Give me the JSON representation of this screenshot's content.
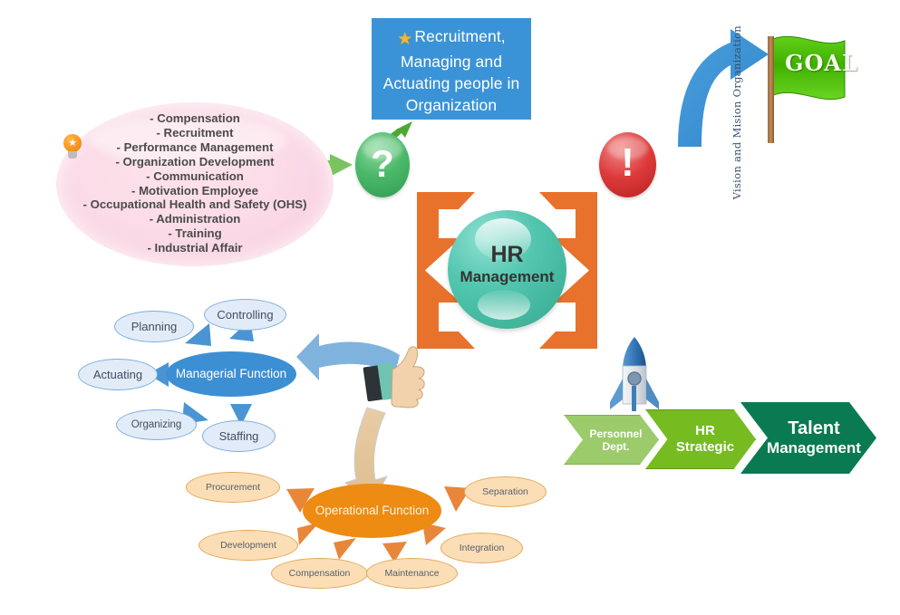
{
  "diagram": {
    "title": "HR Management",
    "colors": {
      "blue_box": "#3A93D7",
      "pink_oval": "#F9D3E2",
      "teal_sphere": "#45BFA8",
      "orange_arrows": "#E8722C",
      "managerial_blue": "#3D8FD4",
      "operational_orange": "#ED8B12",
      "green_question": "#4CB96A",
      "red_exclamation": "#DD3B3B",
      "chev_light_green": "#9BCB6A",
      "chev_green": "#76BC21",
      "chev_dark_green": "#0A7A52",
      "flag_green": "#46B80E"
    }
  },
  "recruit_box": {
    "icon": "star-icon",
    "line1": "Recruitment,",
    "line2": "Managing and",
    "line3": "Actuating people in",
    "line4": "Organization"
  },
  "pink_oval": {
    "icon": "lightbulb-star-icon",
    "items": [
      "- Compensation",
      "- Recruitment",
      "- Performance Management",
      "- Organization Development",
      "- Communication",
      "- Motivation Employee",
      "- Occupational Health and Safety (OHS)",
      "- Administration",
      "- Training",
      "- Industrial Affair"
    ]
  },
  "question_circle": {
    "glyph": "?"
  },
  "exclamation_circle": {
    "glyph": "!"
  },
  "hr_sphere": {
    "line1": "HR",
    "line2": "Management"
  },
  "managerial": {
    "center": "Managerial Function",
    "satellites": [
      {
        "label": "Controlling"
      },
      {
        "label": "Planning"
      },
      {
        "label": "Actuating"
      },
      {
        "label": "Organizing"
      },
      {
        "label": "Staffing"
      }
    ]
  },
  "operational": {
    "center": "Operational Function",
    "satellites": [
      {
        "label": "Procurement"
      },
      {
        "label": "Development"
      },
      {
        "label": "Compensation"
      },
      {
        "label": "Maintenance"
      },
      {
        "label": "Integration"
      },
      {
        "label": "Separation"
      }
    ]
  },
  "evolution": {
    "step1_line1": "Personnel",
    "step1_line2": "Dept.",
    "step2_line1": "HR",
    "step2_line2": "Strategic",
    "step3_line1": "Talent",
    "step3_line2": "Management"
  },
  "goal": {
    "flag_label": "GOAL",
    "vertical_label": "Vision and Mision Organization"
  },
  "icons": {
    "rocket": "rocket-icon",
    "thumbs_up": "thumbs-up-icon",
    "blue_curved_arrow": "curved-arrow-icon"
  }
}
